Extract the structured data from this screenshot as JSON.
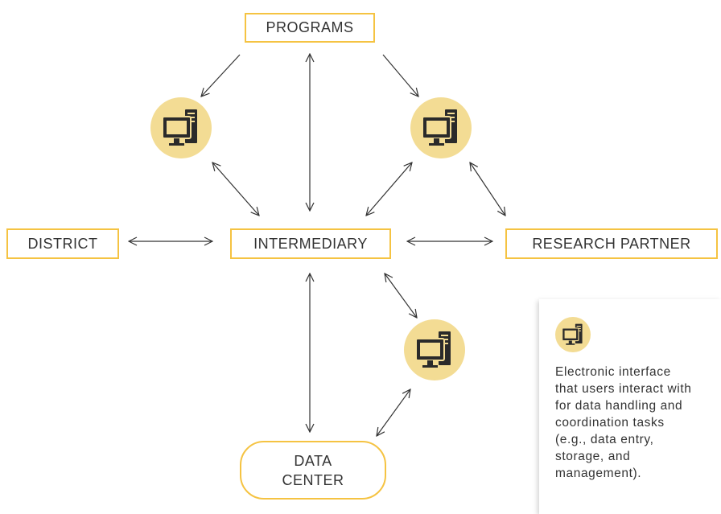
{
  "nodes": {
    "programs": "PROGRAMS",
    "district": "DISTRICT",
    "intermediary": "INTERMEDIARY",
    "research_partner": "RESEARCH PARTNER",
    "data_center_line1": "DATA",
    "data_center_line2": "CENTER"
  },
  "icons": {
    "interface": "computer-icon"
  },
  "legend": {
    "icon": "computer-icon",
    "text": "Electronic interface that users interact with for data handling and coordination tasks (e.g., data entry, storage, and management)."
  },
  "colors": {
    "accent_yellow": "#f5c342",
    "icon_circle": "#f3dc94",
    "icon_dark": "#2a2a2a",
    "arrow": "#333333"
  }
}
